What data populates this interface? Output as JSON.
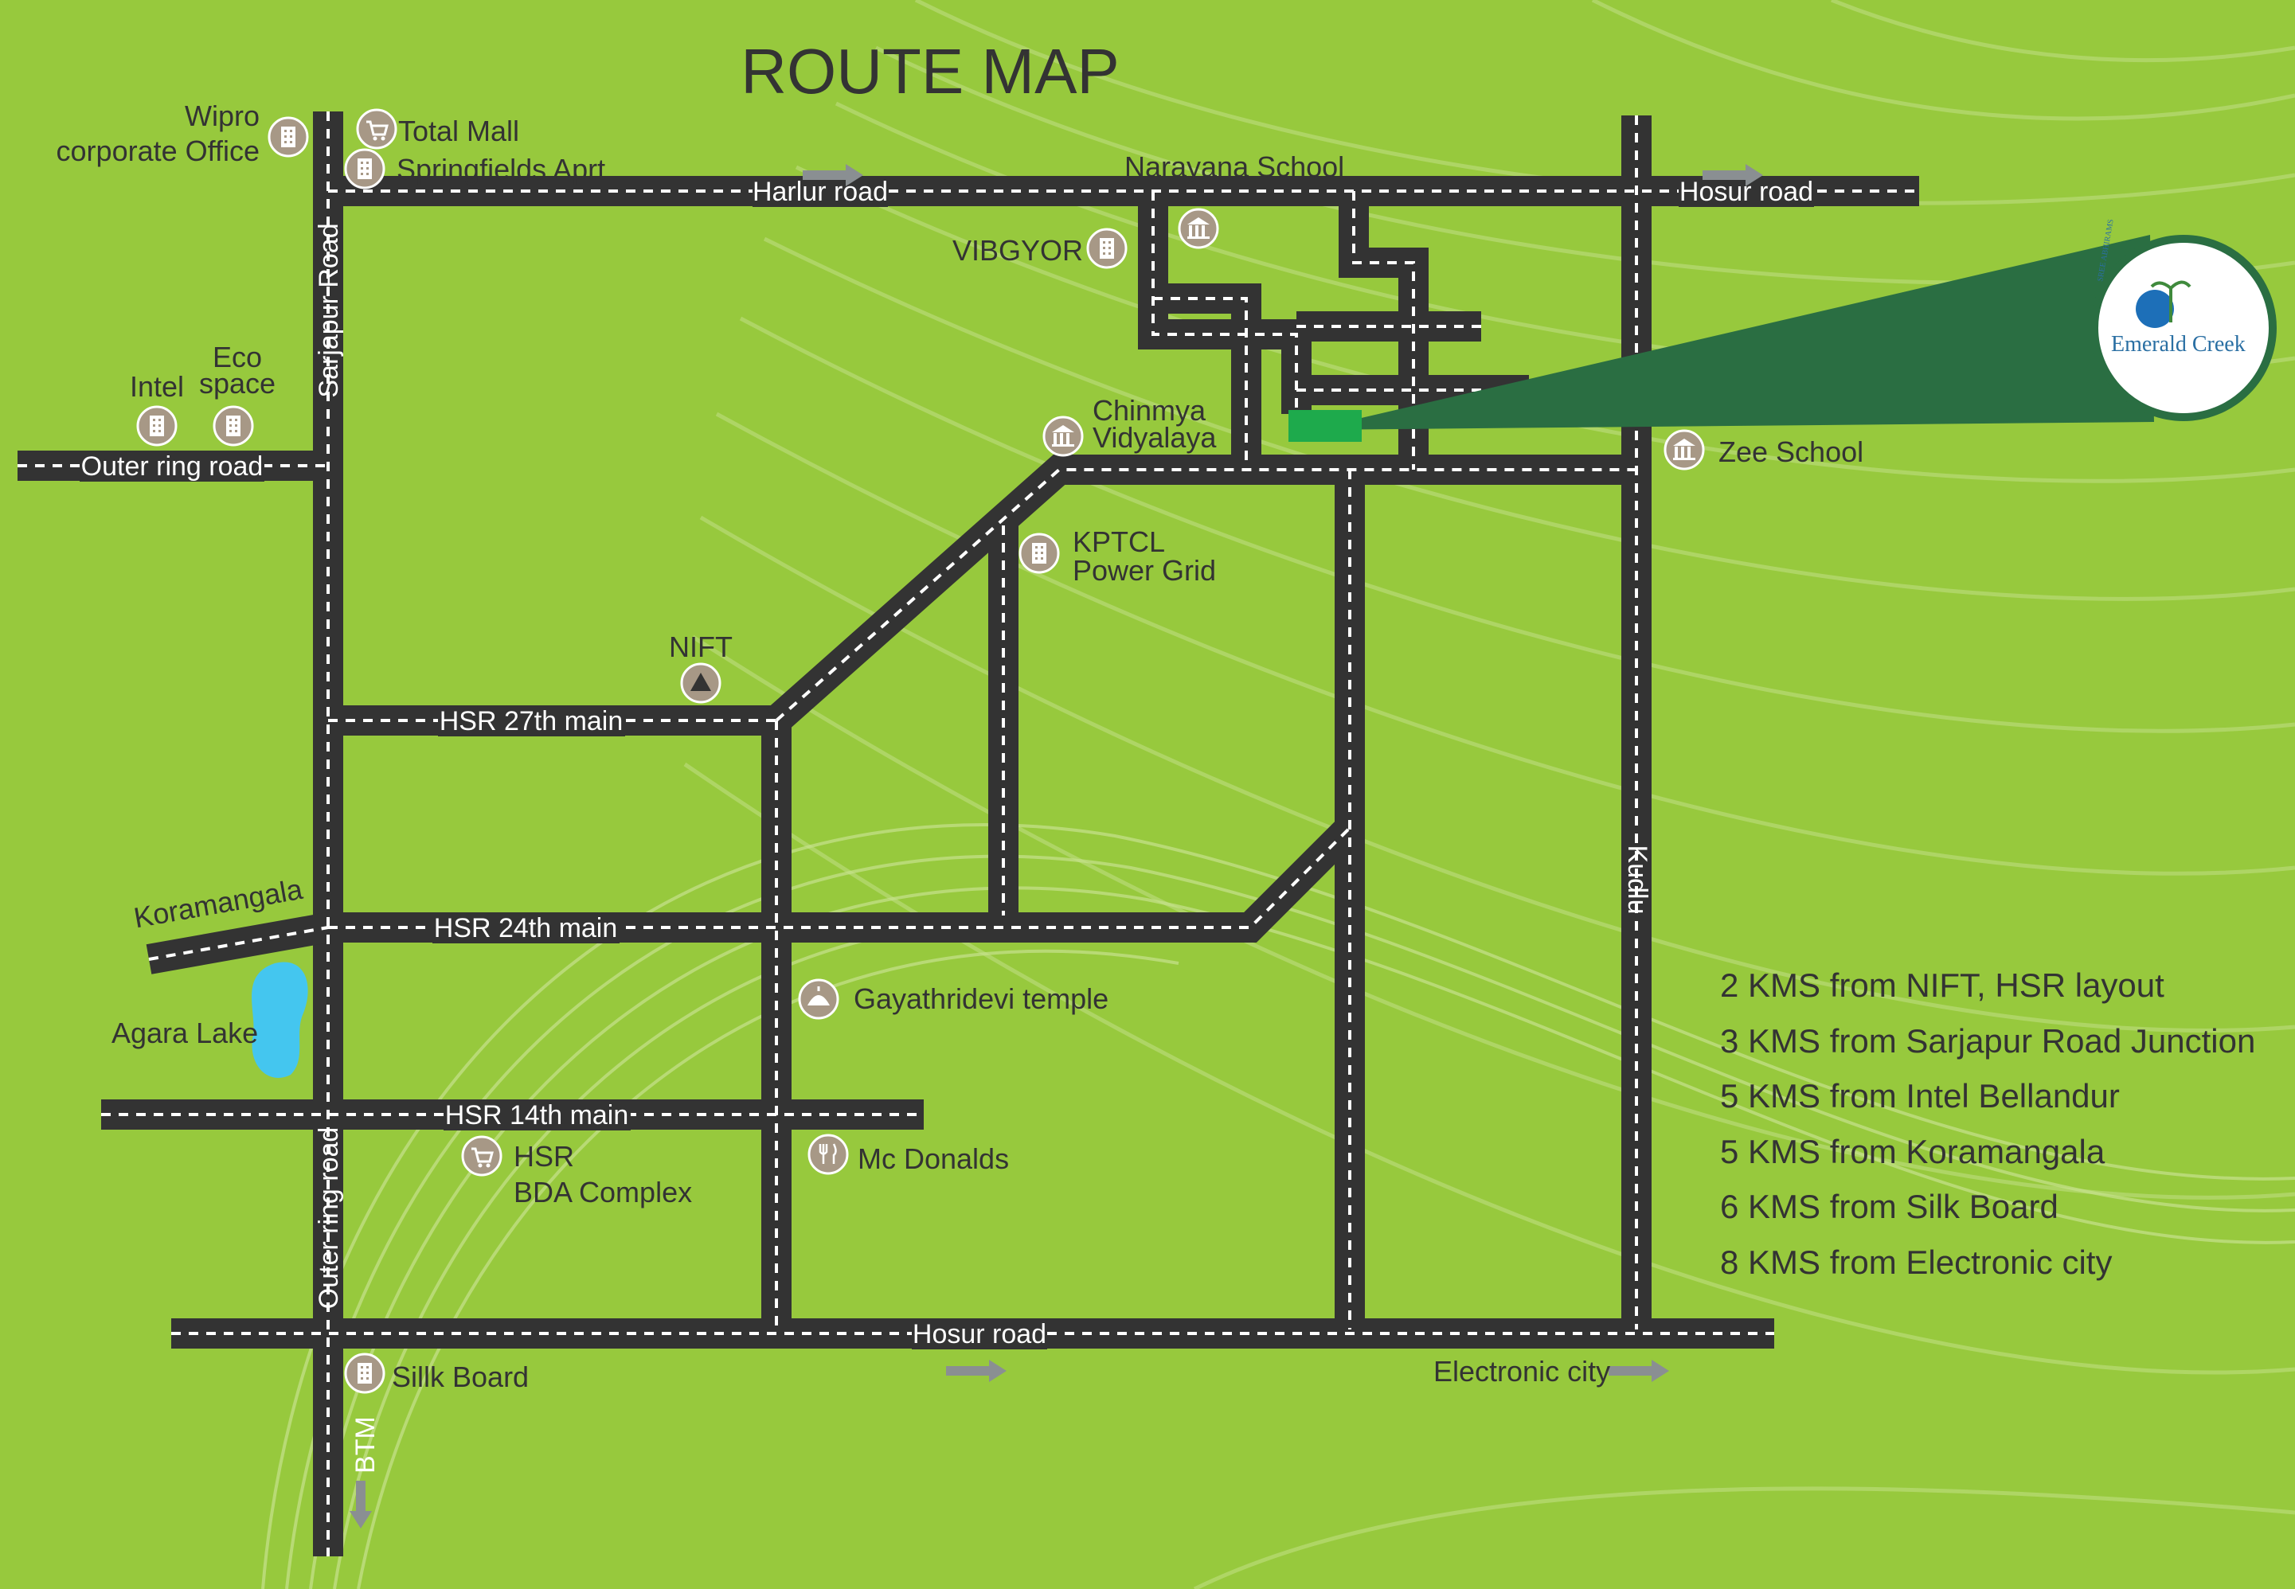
{
  "title": "ROUTE MAP",
  "roads": {
    "harlur": "Harlur road",
    "hosur_top": "Hosur road",
    "sarjapur": "Sarjapur Road",
    "outer_ring_left": "Outer ring road",
    "hsr27": "HSR 27th main",
    "koramangala": "Koramangala",
    "hsr24": "HSR 24th main",
    "hsr14": "HSR 14th main",
    "outer_ring_vertical": "Outer ring road",
    "hosur_bottom": "Hosur road",
    "kudlu": "Kudlu",
    "btm": "BTM"
  },
  "pois": {
    "wipro_1": "Wipro",
    "wipro_2": "corporate Office",
    "total_mall": "Total Mall",
    "springfields": "Springfields Aprt",
    "narayana": "Narayana School",
    "vibgyor": "VIBGYOR",
    "intel": "Intel",
    "eco_1": "Eco",
    "eco_2": "space",
    "chinmya_1": "Chinmya",
    "chinmya_2": "Vidyalaya",
    "zee": "Zee School",
    "kptcl_1": "KPTCL",
    "kptcl_2": "Power Grid",
    "nift": "NIFT",
    "gayathri": "Gayathridevi temple",
    "agara": "Agara Lake",
    "hsr_bda_1": "HSR",
    "hsr_bda_2": "BDA Complex",
    "mcd": "Mc Donalds",
    "silk": "Sillk Board",
    "electronic": "Electronic city"
  },
  "logo": {
    "small": "SREE ABHIRAMS",
    "name": "Emerald Creek"
  },
  "distances": [
    "2 KMS from NIFT, HSR layout",
    "3 KMS from Sarjapur Road Junction",
    "5 KMS from Intel Bellandur",
    "5 KMS from Koramangala",
    "6 KMS from Silk Board",
    "8 KMS from Electronic city"
  ],
  "colors": {
    "background": "#97c93d",
    "road": "#333333",
    "beam": "#2a6e42",
    "site": "#1eaa4c",
    "icon": "#a79886",
    "lake": "#44c6ef"
  },
  "icons": {
    "building": "building-icon",
    "cart": "cart-icon",
    "school": "school-icon",
    "temple": "temple-icon",
    "food": "fork-knife-icon",
    "arrow": "arrow-right-icon"
  }
}
